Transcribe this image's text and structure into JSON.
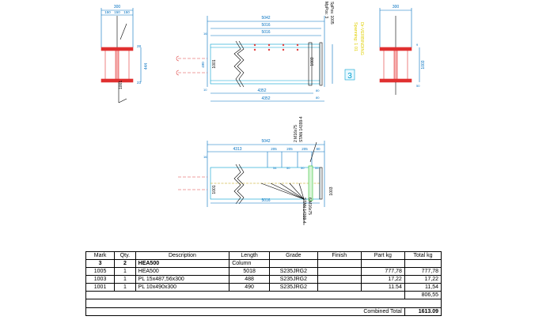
{
  "colors": {
    "dim": "#0070c0",
    "part": "#00a0d0",
    "flange": "#e03030",
    "weld": "#e04040",
    "label": "#f0e000",
    "stiff": "#30c030",
    "line": "#000000"
  },
  "left_view": {
    "top_dim": "300",
    "sub_dims": [
      "150",
      "150",
      "150"
    ],
    "side_dims": [
      "444",
      "28",
      "23"
    ],
    "mark": "1001"
  },
  "top_view": {
    "dims_top": [
      "5042",
      "5016",
      "5016"
    ],
    "dims_bottom": [
      "4352",
      "4352"
    ],
    "small_dims": [
      "16",
      "10",
      "16",
      "10",
      "80",
      "80",
      "50"
    ],
    "height_dim": "490",
    "mark_left": "1001",
    "mark_right": "1003",
    "vertical_text": [
      "SpPos: 1005",
      "MpPos: 3"
    ],
    "yellow_text": [
      "Dr-VERBINDING",
      "Spanning: 1 01"
    ],
    "assembly_badge": "3"
  },
  "right_view": {
    "top_dim": "300",
    "side_dims": [
      "1003",
      "9",
      "1003"
    ],
    "small": "50"
  },
  "bottom_view": {
    "dims_top": [
      "5042"
    ],
    "chain": [
      "4313",
      "205",
      "205",
      "205",
      "80"
    ],
    "bottom_dim": "5016",
    "mark_left": "1001",
    "mark_right": "1003",
    "bolt_label_top": [
      "2 M16x75",
      "STAN 14399-4"
    ],
    "bolt_label_bottom": [
      "6 M16x75",
      "STAN 14399-4"
    ],
    "small_dims": [
      "16",
      "54",
      "50",
      "50",
      "55"
    ]
  },
  "bom": {
    "headers": [
      "Mark",
      "Qty.",
      "Description",
      "Length",
      "Grade",
      "Finish",
      "Part kg",
      "Total kg"
    ],
    "assembly": {
      "mark": "3",
      "qty": "2",
      "desc": "HEA500",
      "length": "Column"
    },
    "rows": [
      {
        "mark": "1005",
        "qty": "1",
        "desc": "HEA500",
        "length": "5018",
        "grade": "S235JRG2",
        "finish": "",
        "part": "777,78",
        "total": "777,78"
      },
      {
        "mark": "1003",
        "qty": "1",
        "desc": "PL 15x487,56x300",
        "length": "488",
        "grade": "S235JRG2",
        "finish": "",
        "part": "17,22",
        "total": "17,22"
      },
      {
        "mark": "1001",
        "qty": "1",
        "desc": "PL 10x490x300",
        "length": "490",
        "grade": "S235JRG2",
        "finish": "",
        "part": "11.54",
        "total": "11,54"
      }
    ],
    "subtotal": "806,55",
    "combined_label": "Combined Total",
    "combined_value": "1613.09"
  }
}
